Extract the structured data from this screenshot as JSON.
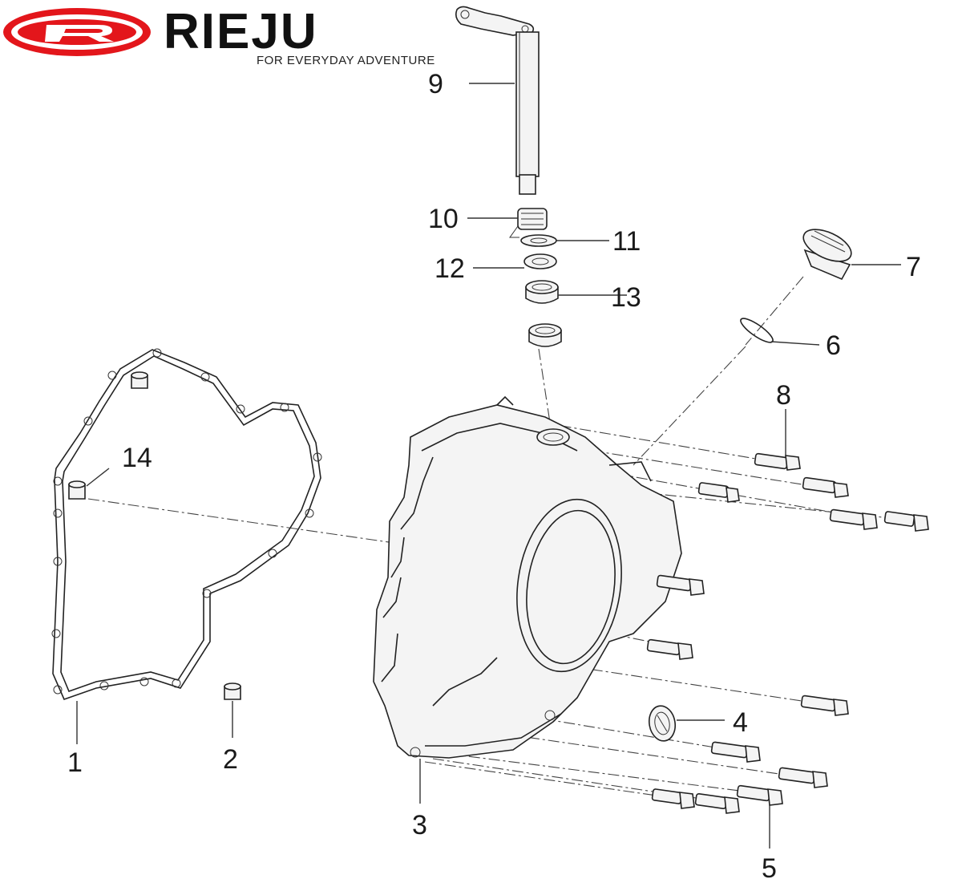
{
  "brand": {
    "name": "RIEJU",
    "tagline": "FOR EVERYDAY ADVENTURE",
    "logo_color": "#e3161b"
  },
  "callouts": [
    "1",
    "2",
    "3",
    "4",
    "5",
    "6",
    "7",
    "8",
    "9",
    "10",
    "11",
    "12",
    "13",
    "14"
  ]
}
